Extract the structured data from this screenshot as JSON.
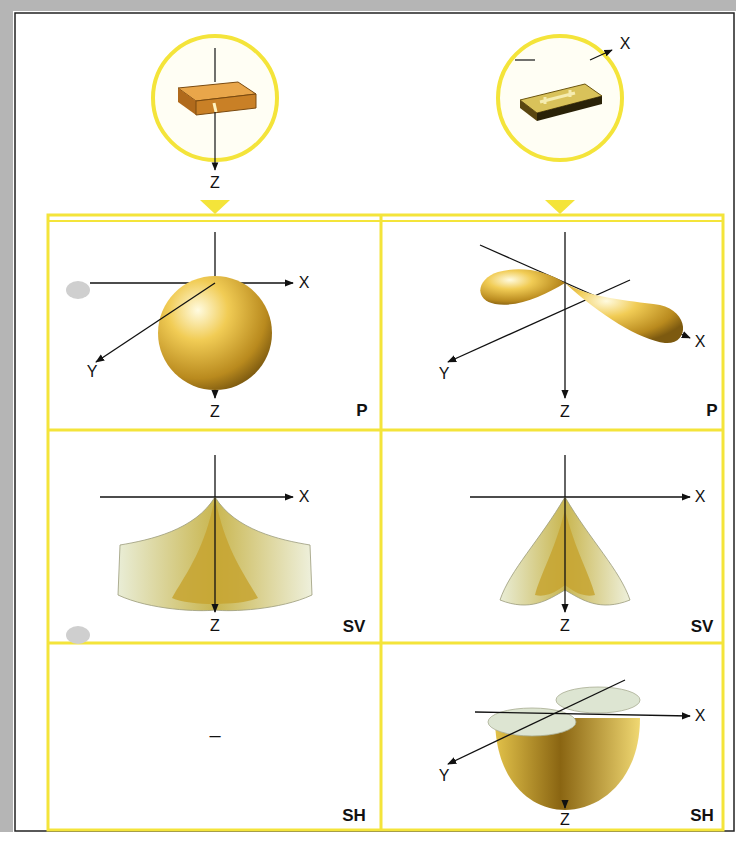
{
  "diagram": {
    "labels": [
      "Z",
      "X",
      "X",
      "Y",
      "Z",
      "P",
      "Y",
      "Z",
      "X",
      "P",
      "X",
      "Z",
      "SV",
      "X",
      "Z",
      "SV",
      "–",
      "SH",
      "X",
      "Y",
      "Z",
      "SH"
    ]
  }
}
